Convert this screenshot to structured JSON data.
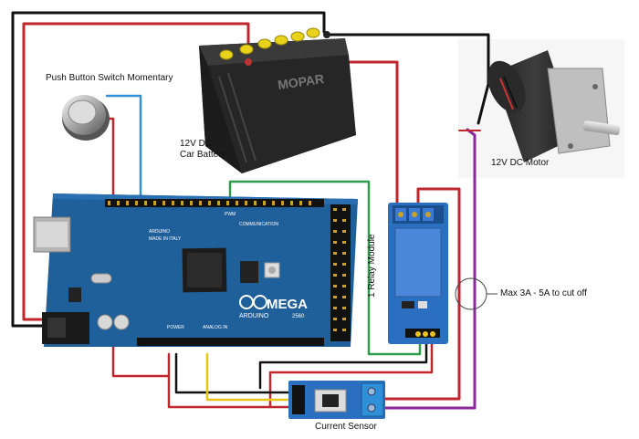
{
  "labels": {
    "push_button": "Push Button Switch Momentary",
    "battery_line1": "12V DC",
    "battery_line2": "Car Battery",
    "motor": "12V DC Motor",
    "relay": "1 Relay Module",
    "max_current": "Max 3A - 5A to cut off",
    "current_sensor": "Current Sensor"
  },
  "battery": {
    "brand": "MOPAR"
  },
  "arduino": {
    "brand": "ARDUINO",
    "model": "MEGA",
    "model_num": "2560",
    "made_in": "MADE IN ITALY",
    "board_name": "ARDUINO",
    "section_communication": "COMMUNICATION",
    "section_power": "POWER",
    "section_analog": "ANALOG IN",
    "section_pwm": "PWM"
  },
  "colors": {
    "wire_red": "#c0262e",
    "wire_black": "#111111",
    "wire_green": "#2e9e4a",
    "wire_yellow": "#e8c31a",
    "wire_blue": "#2f8fd8",
    "wire_purple": "#8a2a9a",
    "board_blue": "#1f5f9a",
    "relay_blue": "#2a6fc0",
    "battery_body": "#2b2b2b",
    "cap_yellow": "#e8d21a"
  },
  "icons": [
    "push-button-icon",
    "battery-icon",
    "motor-icon",
    "relay-icon",
    "current-sensor-icon",
    "arduino-board-icon"
  ]
}
